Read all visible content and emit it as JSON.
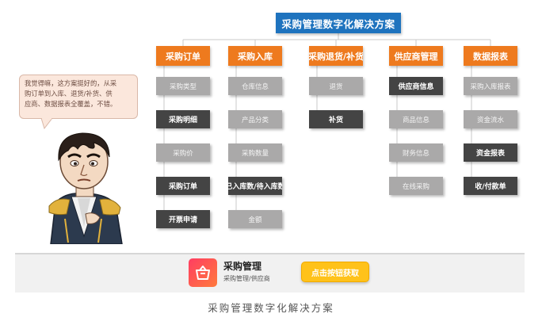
{
  "diagram": {
    "root": "采购管理数字化解决方案",
    "branches": [
      {
        "label": "采购订单",
        "items": [
          {
            "text": "采购类型",
            "style": "light"
          },
          {
            "text": "采购明细",
            "style": "dark"
          },
          {
            "text": "采购价",
            "style": "light"
          },
          {
            "text": "采购订单",
            "style": "dark"
          },
          {
            "text": "开票申请",
            "style": "dark"
          }
        ]
      },
      {
        "label": "采购入库",
        "items": [
          {
            "text": "仓库信息",
            "style": "light"
          },
          {
            "text": "产品分类",
            "style": "light"
          },
          {
            "text": "采购数量",
            "style": "light"
          },
          {
            "text": "已入库数/待入库数",
            "style": "dark"
          },
          {
            "text": "金额",
            "style": "light"
          }
        ]
      },
      {
        "label": "采购退货/补货",
        "items": [
          {
            "text": "退货",
            "style": "light"
          },
          {
            "text": "补货",
            "style": "dark"
          }
        ]
      },
      {
        "label": "供应商管理",
        "items": [
          {
            "text": "供应商信息",
            "style": "dark"
          },
          {
            "text": "商品信息",
            "style": "light"
          },
          {
            "text": "财务信息",
            "style": "light"
          },
          {
            "text": "在线采购",
            "style": "light"
          }
        ]
      },
      {
        "label": "数据报表",
        "items": [
          {
            "text": "采购入库报表",
            "style": "light"
          },
          {
            "text": "资金流水",
            "style": "light"
          },
          {
            "text": "资金报表",
            "style": "dark"
          },
          {
            "text": "收/付款单",
            "style": "dark"
          }
        ]
      }
    ]
  },
  "speech_bubble": "我觉得嘛，这方案挺好的，从采\n购订单到入库、退货/补货、供\n应商、数据报表全覆盖，不错。",
  "banner": {
    "product_title": "采购管理",
    "product_subtitle": "采购管理/供应商",
    "button_label": "点击按钮获取",
    "icon": "shopping-basket-icon"
  },
  "caption": "采购管理数字化解决方案",
  "colors": {
    "root": "#1e73be",
    "branch": "#ee7a1e",
    "item_light": "#aaa9a9",
    "item_dark": "#444444",
    "button": "#ffc21a"
  }
}
